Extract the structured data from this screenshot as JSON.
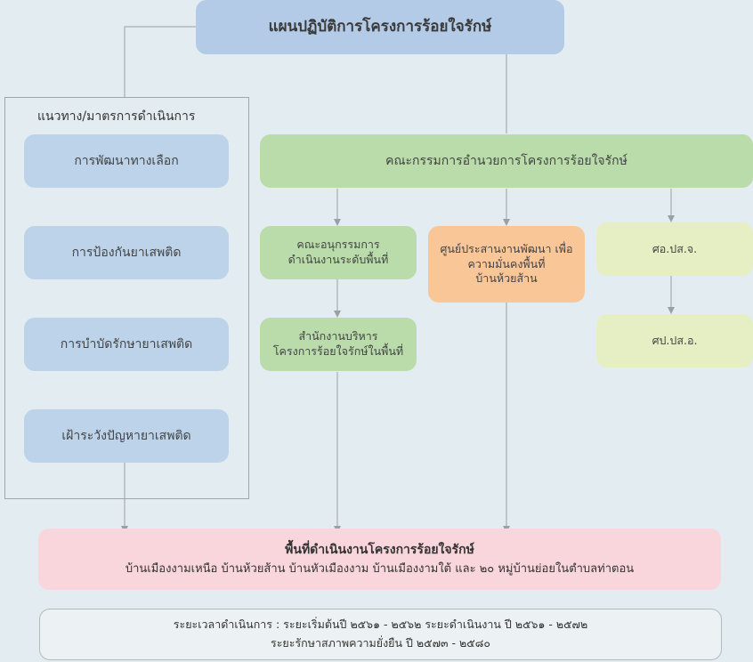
{
  "title": "แผนปฏิบัติการโครงการร้อยใจรักษ์",
  "side_panel": {
    "label": "แนวทาง/มาตรการดำเนินการ",
    "items": [
      "การพัฒนาทางเลือก",
      "การป้องกันยาเสพติด",
      "การบำบัดรักษายาเสพติด",
      "เฝ้าระวังปัญหายาเสพติด"
    ]
  },
  "committee": "คณะกรรมการอำนวยการโครงการร้อยใจรักษ์",
  "subcommittee": {
    "line1": "คณะอนุกรรมการ",
    "line2": "ดำเนินงานระดับพื้นที่"
  },
  "office": {
    "line1": "สำนักงานบริหาร",
    "line2": "โครงการร้อยใจรักษ์ในพื้นที่"
  },
  "center": {
    "line1": "ศูนย์ประสานงานพัฒนา เพื่อ",
    "line2": "ความมั่นคงพื้นที่",
    "line3": "บ้านห้วยส้าน"
  },
  "sor_pol_sor_jor": "ศอ.ปส.จ.",
  "sor_pol_sor_or": "ศป.ปส.อ.",
  "operation_area": {
    "title": "พื้นที่ดำเนินงานโครงการร้อยใจรักษ์",
    "subtitle": "บ้านเมืองงามเหนือ บ้านห้วยส้าน บ้านหัวเมืองงาม บ้านเมืองงามใต้ และ ๒๐ หมู่บ้านย่อยในตำบลท่าตอน"
  },
  "timeline": {
    "line1": "ระยะเวลาดำเนินการ : ระยะเริ่มต้นปี ๒๕๖๑ - ๒๕๖๒  ระยะดำเนินงาน ปี ๒๕๖๑  -  ๒๕๗๒",
    "line2": "ระยะรักษาสภาพความยั่งยืน ปี ๒๕๗๓ - ๒๕๘๐"
  },
  "colors": {
    "background": "#e3ecf0",
    "title_blue": "#b3cbe6",
    "side_blue": "#bdd3ea",
    "green": "#b9dcaa",
    "orange": "#f9c698",
    "yellow": "#e6efc3",
    "pink": "#f9d5dc",
    "connector": "#9aa0a4"
  }
}
